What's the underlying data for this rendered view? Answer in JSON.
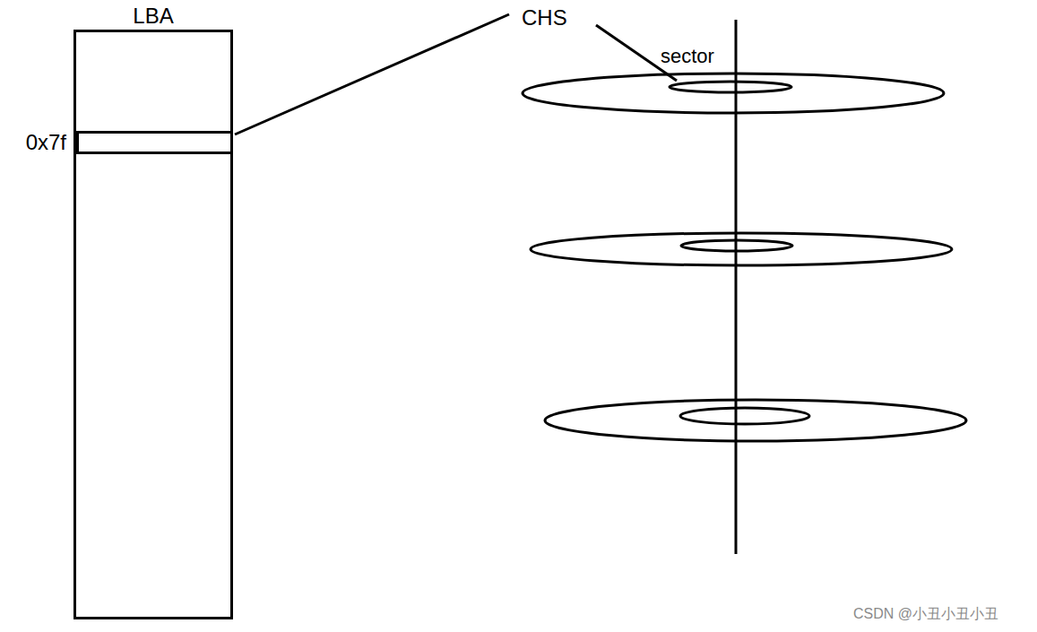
{
  "diagram": {
    "nodes": [
      {
        "text": [
          "LBA"
        ]
      },
      {
        "text": [
          "0x7f"
        ],
        "in": 0
      }
    ],
    "labels": [
      "CHS",
      "sector",
      "CSDN @小丑小丑小丑"
    ]
  }
}
